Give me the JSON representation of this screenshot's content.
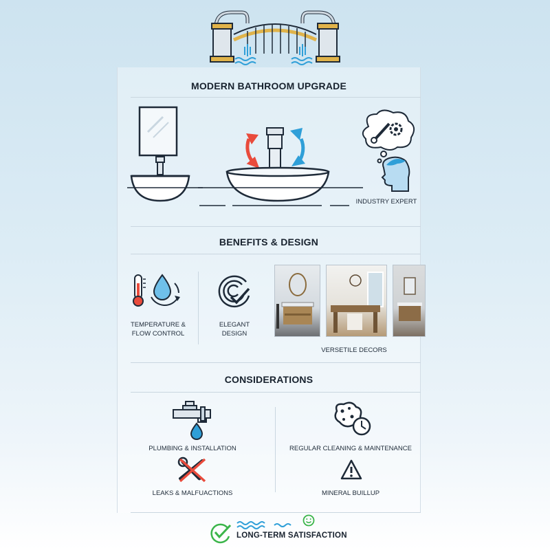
{
  "sections": {
    "upgrade": {
      "title": "MODERN BATHROOM UPGRADE",
      "expert_label": "INDUSTRY EXPERT"
    },
    "benefits": {
      "title": "BENEFITS & DESIGN",
      "items": [
        {
          "label_line1": "TEMPERATURE &",
          "label_line2": "FLOW CONTROL",
          "icon": "thermometer-water-drop-icon"
        },
        {
          "label_line1": "ELEGANT",
          "label_line2": "DESIGN",
          "icon": "elegant-checkmark-icon"
        }
      ],
      "decor_label": "VERSETILE DECORS"
    },
    "considerations": {
      "title": "CONSIDERATIONS",
      "items": [
        {
          "label": "PLUMBING & INSTALLATION",
          "icon": "pipe-fitting-icon"
        },
        {
          "label": "REGULAR CLEANING & MAINTENANCE",
          "icon": "sponge-clock-icon"
        },
        {
          "label": "LEAKS & MALFUACTIONS",
          "icon": "broken-wrench-icon"
        },
        {
          "label": "MINERAL BUILLUP",
          "icon": "warning-triangle-icon"
        }
      ]
    }
  },
  "footer": {
    "label": "LONG-TERM SATISFACTION",
    "icons": [
      "checkmark-icon",
      "water-wave-icon",
      "smiley-icon"
    ]
  },
  "colors": {
    "accent_red": "#e94b3c",
    "accent_blue": "#2f9fd8",
    "accent_green": "#3bb54a",
    "line": "#c9d6e0",
    "gold": "#e0b34a"
  }
}
